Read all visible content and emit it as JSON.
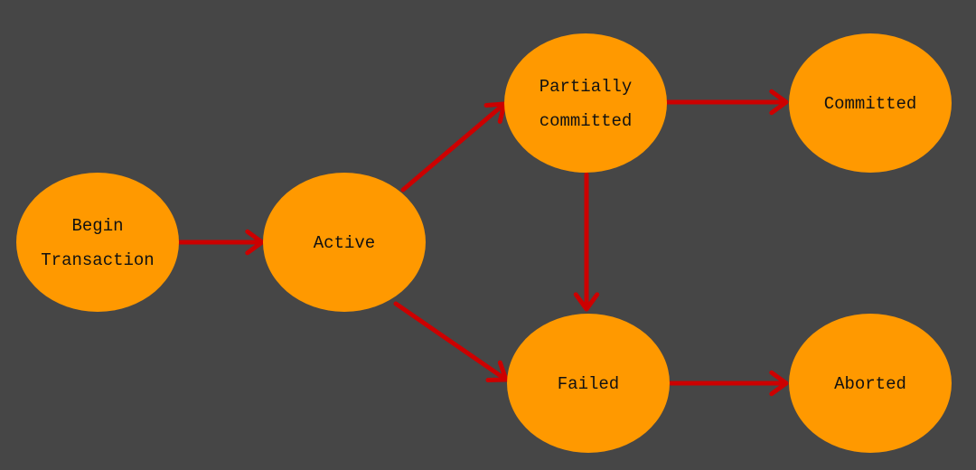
{
  "colors": {
    "background": "#464646",
    "node_fill": "#FF9900",
    "edge": "#CC0000",
    "text": "#111111"
  },
  "nodes": [
    {
      "id": "begin",
      "lines": [
        "Begin",
        "Transaction"
      ]
    },
    {
      "id": "active",
      "lines": [
        "Active"
      ]
    },
    {
      "id": "partial",
      "lines": [
        "Partially",
        "committed"
      ]
    },
    {
      "id": "committed",
      "lines": [
        "Committed"
      ]
    },
    {
      "id": "failed",
      "lines": [
        "Failed"
      ]
    },
    {
      "id": "aborted",
      "lines": [
        "Aborted"
      ]
    }
  ],
  "edges": [
    {
      "from": "begin",
      "to": "active"
    },
    {
      "from": "active",
      "to": "partial"
    },
    {
      "from": "active",
      "to": "failed"
    },
    {
      "from": "partial",
      "to": "committed"
    },
    {
      "from": "partial",
      "to": "failed"
    },
    {
      "from": "failed",
      "to": "aborted"
    }
  ]
}
